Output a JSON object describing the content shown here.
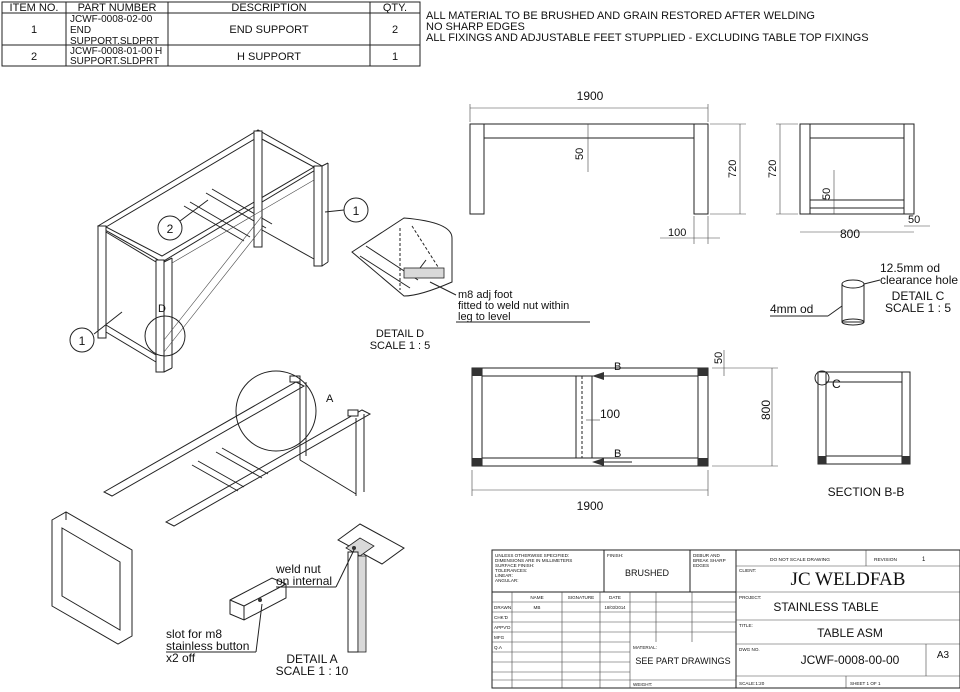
{
  "bom": {
    "headers": [
      "ITEM NO.",
      "PART NUMBER",
      "DESCRIPTION",
      "QTY."
    ],
    "rows": [
      {
        "item": "1",
        "part_lines": [
          "JCWF-0008-02-00",
          "END",
          "SUPPORT.SLDPRT"
        ],
        "desc": "END SUPPORT",
        "qty": "2"
      },
      {
        "item": "2",
        "part_lines": [
          "JCWF-0008-01-00 H",
          "SUPPORT.SLDPRT"
        ],
        "desc": "H SUPPORT",
        "qty": "1"
      }
    ]
  },
  "notes": [
    "ALL MATERIAL TO BE BRUSHED AND GRAIN RESTORED AFTER WELDING",
    "NO SHARP EDGES",
    "ALL FIXINGS AND ADJUSTABLE FEET STUPPLIED - EXCLUDING TABLE TOP FIXINGS"
  ],
  "balloons": {
    "b1": "1",
    "b2": "2",
    "b3": "1"
  },
  "detail_d": {
    "label": "D",
    "note_lines": [
      "m8 adj foot",
      "fitted to weld nut within",
      "leg to level"
    ],
    "title": "DETAIL D",
    "scale": "SCALE 1 : 5"
  },
  "detail_a": {
    "label": "A",
    "weld_nut_lines": [
      "weld nut",
      "on internal"
    ],
    "slot_lines": [
      "slot for m8",
      "stainless button",
      "x2 off"
    ],
    "title": "DETAIL A",
    "scale": "SCALE 1 : 10"
  },
  "detail_c": {
    "label": "C",
    "note_lines": [
      "12.5mm od",
      "clearance hole"
    ],
    "od_label": "4mm od",
    "title": "DETAIL C",
    "scale": "SCALE 1 : 5"
  },
  "front_view": {
    "width": "1900",
    "rail": "50",
    "height": "720",
    "leg_offset": "100"
  },
  "side_view": {
    "height": "720",
    "rail": "50",
    "width": "800",
    "leg": "50"
  },
  "top_view": {
    "section": "B",
    "rail": "50",
    "inner": "100",
    "depth": "800",
    "width": "1900"
  },
  "section_bb": {
    "title": "SECTION B-B"
  },
  "title_block": {
    "tolerance_lines": [
      "UNLESS OTHERWISE SPECIFIED:",
      "DIMENSIONS ARE IN MILLIMETERS",
      "SURFACE FINISH:",
      "TOLERANCES:",
      "  LINEAR:",
      "  ANGULAR:"
    ],
    "finish_label": "FINISH:",
    "finish_value": "BRUSHED",
    "deburr_lines": [
      "DEBUR AND",
      "BREAK SHARP",
      "EDGES"
    ],
    "no_scale": "DO NOT SCALE DRAWING",
    "revision_label": "REVISION",
    "revision_value": "1",
    "client_label": "CLIENT:",
    "client_value": "JC WELDFAB",
    "col_headers": [
      "NAME",
      "SIGNATURE",
      "DATE"
    ],
    "row_labels": [
      "DRAWN",
      "CHK'D",
      "APPV'D",
      "MFG",
      "Q.A"
    ],
    "drawn_name": "MB",
    "drawn_date": "18/03/2014",
    "project_label": "PROJECT:",
    "project_value": "STAINLESS TABLE",
    "title_label": "TITLE:",
    "title_value": "TABLE ASM",
    "material_label": "MATERIAL:",
    "material_value": "SEE PART DRAWINGS",
    "dwg_label": "DWG NO.",
    "dwg_value": "JCWF-0008-00-00",
    "size": "A3",
    "weight_label": "WEIGHT:",
    "scale_label": "SCALE:1:20",
    "sheet_label": "SHEET 1 OF 1"
  }
}
